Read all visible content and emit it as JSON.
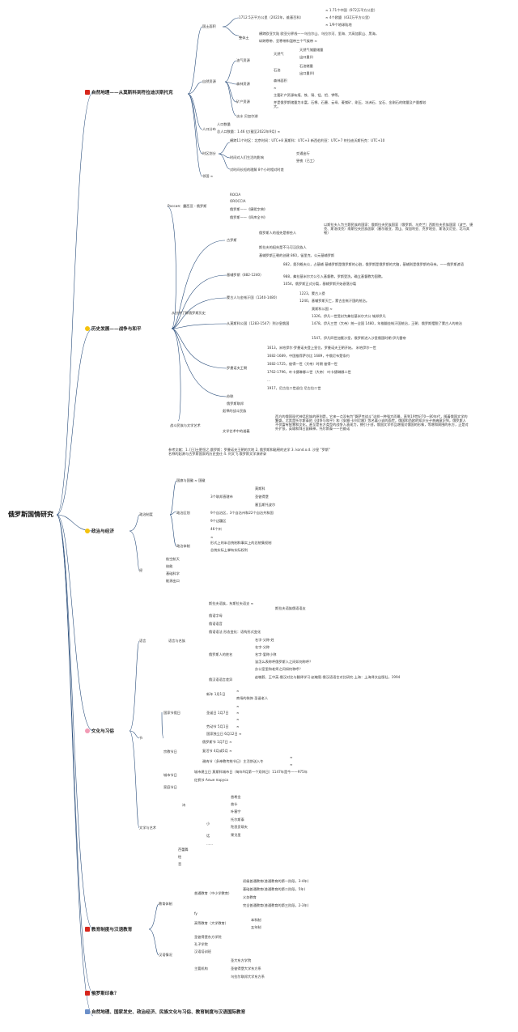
{
  "root": {
    "title": "俄罗斯国情研究"
  },
  "colors": {
    "line": "#2c4f7c",
    "flag_red": "#d7261c",
    "flag_yellow": "#f4c20d",
    "flag_pink": "#f29bb5",
    "flag_blue": "#6b8fc9"
  },
  "sections": {
    "geo": {
      "label": "自然地理——从莫斯科到符拉迪沃斯托克"
    },
    "history": {
      "label": "历史发展——战争与和平"
    },
    "politics": {
      "label": "政治与经济"
    },
    "culture": {
      "label": "文化与习俗"
    },
    "edu": {
      "label": "教育制度与汉语教育"
    },
    "impression": {
      "label": "俄罗斯印象？"
    },
    "summary": {
      "label": "自然地理、国家发史、政治经济、民族文化与习俗、教育制度与汉语国际教育"
    }
  },
  "geo": {
    "territory": "国土面积",
    "area": "1712.5万平方公里（2022年，维基百科）",
    "area_a": "≈ 1.71个中国（972万平方公里）",
    "area_b": "≈ 4个欧盟（432万平方公里）",
    "area_c": "≈ 1/9个地球陆地",
    "land": "整体土",
    "land_a": "横跨欧亚大陆            欧亚分界线——乌拉尔山、乌拉尔河、里海、大高加索山、黑海。",
    "land_b": "纵跨寒带、亚寒带和温带三个气候带              ≈",
    "natural": "自然资源",
    "oilgas": "油气资源",
    "gas": "天然气",
    "gas_a": "天然气储量储量",
    "gas_b": "出口量(I)",
    "oil": "石油",
    "oil_a": "石油储量",
    "oil_b": "出口量(II)",
    "forest": "森林资源",
    "forest_a": "森林面积",
    "forest_b": "≈",
    "mineral": "矿产资源",
    "mineral_a": "主要矿产资源有煤、铁、铜、锰、铝、钾等。",
    "mineral_b": "并是俄罗斯储量为丰富，石棉、石墨、云母、菱镁矿、刚玉、冰洲石、宝石、金刚石的储量及产量都较大。",
    "water": "淡水                贝加尔湖",
    "pop": "人口分布",
    "pop_a": "人口数量",
    "pop_b": "总人口数量：1.46 亿(截至2022年9月)          ≈",
    "tz": "时区划分",
    "tz_a": "横跨11个时区：北京时间：UTC+8 莫斯科：UTC+3 新西伯利亚：UTC+7 符拉迪沃斯托克：UTC+10",
    "tz_b": "时间对人们生活的影响",
    "tz_b1": "交通出行",
    "tz_b2": "昼夜（已工）",
    "tz_c": "对时间长短的理解            8个小时相对时差",
    "neighbor": "邻国          ≈"
  },
  "history": {
    "name": "Россия：露西亚 - 俄罗斯",
    "name_a": "ROCIA",
    "name_b": "OROCCIA",
    "name_c": "俄罗斯——《康熙字典》",
    "name_d": "俄罗斯——《四库全书》",
    "main": "从分钟了解俄罗斯历史",
    "ancient": "古罗斯",
    "ancient_a": "俄罗斯人的祖先是哪些人",
    "ancient_a1": "以斯拉夫人为主题民族的国家：俄斯拉夫民族国家（俄罗斯、乌克兰）西斯拉夫民族国家（波兰、捷克、斯洛伐克）南斯拉夫民族国家（塞尔维亚、黑山、保加利亚、克罗地亚、斯洛文尼亚、北马其顿）",
    "ancient_b": "斯拉夫的祖先是不马可汉民族人",
    "ancient_c": "基辅罗斯王朝的创建          860，留里克，公元基辅罗斯",
    "kiev": "基辅罗斯（882-1240）",
    "kiev_a": "882，奥列格夫公，占基辅          基辅罗斯是俄罗斯的心脏，俄罗斯是俄罗斯的大脑，基辅则是俄罗斯的母亲。——俄罗斯谚语",
    "kiev_b": "988，弗拉基米尔大公引入基督教，罗斯受洗，确立基督教为国教。",
    "kiev_c": "1054，俄罗斯正式分裂，基辅罗斯开始衰落分裂",
    "mongol": "蒙古人与金帐汗国（1240-1480）",
    "mongol_a": "1223，蒙古入侵",
    "mongol_b": "1240，基辅罗斯灭亡，蒙古金帐汗国的统治。",
    "moscow": "从莫斯科公国（1283-1547）到沙皇俄国",
    "moscow_a": "莫斯科公国            ≈",
    "moscow_b": "1326，伊凡一世受封为弗拉基米尔大公          城邦伊凡",
    "moscow_c": "1478，伊凡三世（大帝）统一全国          1480，年推翻金帐汗国统治，王朝、俄罗斯摆脱了蒙古人的统治",
    "moscow_d": "1547，伊凡四世加冕沙皇，俄罗斯进入沙皇俄国时期          伊凡雷帝",
    "tsar": "罗曼诺夫王朝",
    "tsar_a": "1613，米哈伊尔·罗曼诺夫登上皇位，罗曼诺夫王朝开始。          米哈伊尔一世",
    "tsar_b": "1682-1689，中国推荐萨尔比         1689，中俄尼布楚条约",
    "tsar_c": "1682-1725，彼得一世（大帝）时期          彼得一世",
    "tsar_d": "1762-1796，叶卡捷琳娜二世（大帝）          叶卡捷琳娜二世",
    "tsar_e": "...",
    "tsar_f": "1917，尼古拉二世退位          尼古拉二世",
    "soviet": "苏联",
    "federation": "俄罗斯联邦",
    "art": "战斗民族与文学艺术",
    "art_a": "彪悍的战斗民族",
    "art_b": "文学艺术中的道義",
    "art_b1": "西方的俄国现代神话民族的原则是，它来一点没有为\"哥萨克战斗\"这样一种强大而最，直到19世纪70—80年代，随着俄国文学的繁盛，尤其是托尔斯泰的《战争与和平》和《安娜·卡列尼娜》等名著小说的面世，俄国和西欧的知识分子普遍意识到，俄罗斯人不仅富有智慧和文化，甚至是东方类型的战争人表现力，拥引于创，俄国文学作品增强对俄国的形象，等增和周围的东方，正是对外扩张，英雄和拜占庭精神，托尔斯泰——巴维诺",
    "ref": "参考文献：1. [日]土肥恒之.俄罗斯：罗曼诺夫王朝的大地 2. 俄罗斯和鞑靼的史学 3. kond.o.d. 沙皇 \"罗斯\" 名称的起源与古罗斯国家的历史变迁 4. 刘文飞.俄罗斯文学演讲录"
  },
  "politics": {
    "system": "政治制度",
    "flag": "国旗与国徽          ≈          国徽",
    "admin": "政治区划",
    "admin_a": "3个联邦直辖市",
    "admin_a1": "莫斯科",
    "admin_a2": "圣彼得堡",
    "admin_a3": "塞瓦斯托波尔",
    "admin_b": "9个自治区，3个自治州和22个自治共和国",
    "admin_c": "9个边疆区",
    "admin_d": "46个州",
    "admin_e": "≈",
    "gov": "政治体制",
    "gov_a": "形式上的半总统制和事实上的总统集权制",
    "gov_b": "总统实际上掌有实际权利",
    "econ": "经",
    "econ_a": "航空航天",
    "econ_b": "核能",
    "econ_c": "基础科学",
    "econ_d": "能源出口"
  },
  "culture": {
    "lang": "语言",
    "lang_name": "语言与名族",
    "lang_a": "斯拉夫语族，东斯拉夫语支          ≈",
    "lang_a1": "斯拉夫语族俄语语支",
    "lang_b": "俄语字母",
    "lang_c": "俄语语音",
    "lang_d": "俄语语法          形态变化：语构形式变化",
    "lang_e": "俄罗斯人的姓名",
    "lang_e1": "名字·父称·姓",
    "lang_e2": "名字·父称",
    "lang_e3": "名字·爱称小称",
    "lang_e4": "该怎么表称呼俄罗斯人之间如何称呼？",
    "lang_e5": "办公室里和老师之间如何称呼？",
    "lang_f": "俄汉语语言差异",
    "lang_f1": "赵敏毅、王中英.俄汉对比与翻译学习·赵敏毅.俄汉语语言对比研究.上海：上海译文出版社，1994",
    "fest": "节",
    "fest_nat": "国家节假日",
    "fest_a": "新年 1月1日",
    "fest_a1": "≈",
    "fest_a2": "商场的装饰 圣诞老人",
    "fest_b": "圣诞日 1月7日",
    "fest_b1": "≈",
    "fest_b2": "≈",
    "fest_b3": "≈",
    "fest_c": "劳动节 5月1日",
    "fest_c1": "≈",
    "fest_d": "国家独立日 6月12日          ≈",
    "fest_rel": "宗教节日",
    "fest_e": "俄罗斯节 1月7日          ≈",
    "fest_f": "复活节 4月或5月          ≈",
    "fest_g": "谢肉节（多神教传统节日）主活饼送入冬",
    "fest_g1": "≈",
    "fest_g2": "≈",
    "fest_city": "城市节日",
    "fest_h": "城市建立日          莫斯科城市日（每年9月第一个双休日）1147年是今——975年",
    "fest_i": "红帆节                Алые паруса",
    "fest_fam": "家庭节日",
    "lit": "文学与艺术",
    "lit_a": "诗",
    "lit_a1": "普希金",
    "lit_a2": "普什",
    "lit_a3": "叶塞宁",
    "lit_b": "小",
    "lit_b1": "托尔斯泰",
    "lit_b2": "陀思妥耶夫",
    "lit_c": "话",
    "lit_c1": "果戈里",
    "lit_c2": "......",
    "lit_d": "芭蕾舞",
    "lit_e": "绘",
    "lit_f": "音"
  },
  "edu": {
    "system": "教育体制",
    "basic": "普通教育（中小学教育）",
    "basic_a": "初级普通教育(普通教育的第一阶段，3-4年)",
    "basic_b": "基础普通教育(普通教育的第二阶段，5年)",
    "basic_c": "义务教育",
    "basic_d": "完全普通教育(普通教育的第三阶段，2-3年)",
    "basic_e": "fy",
    "higher": "高等教育（大学教育）",
    "higher_a": "本科制",
    "higher_b": "五年制",
    "chinese": "汉语情况",
    "chinese_a": "圣彼得堡东方学院",
    "chinese_b": "孔子学院",
    "chinese_c": "汉语培训班",
    "chinese_d": "主要机构",
    "chinese_d1": "圣大东方学院",
    "chinese_d2": "圣彼得堡大学东方系",
    "chinese_d3": "乌拉尔联邦大学东方系"
  }
}
